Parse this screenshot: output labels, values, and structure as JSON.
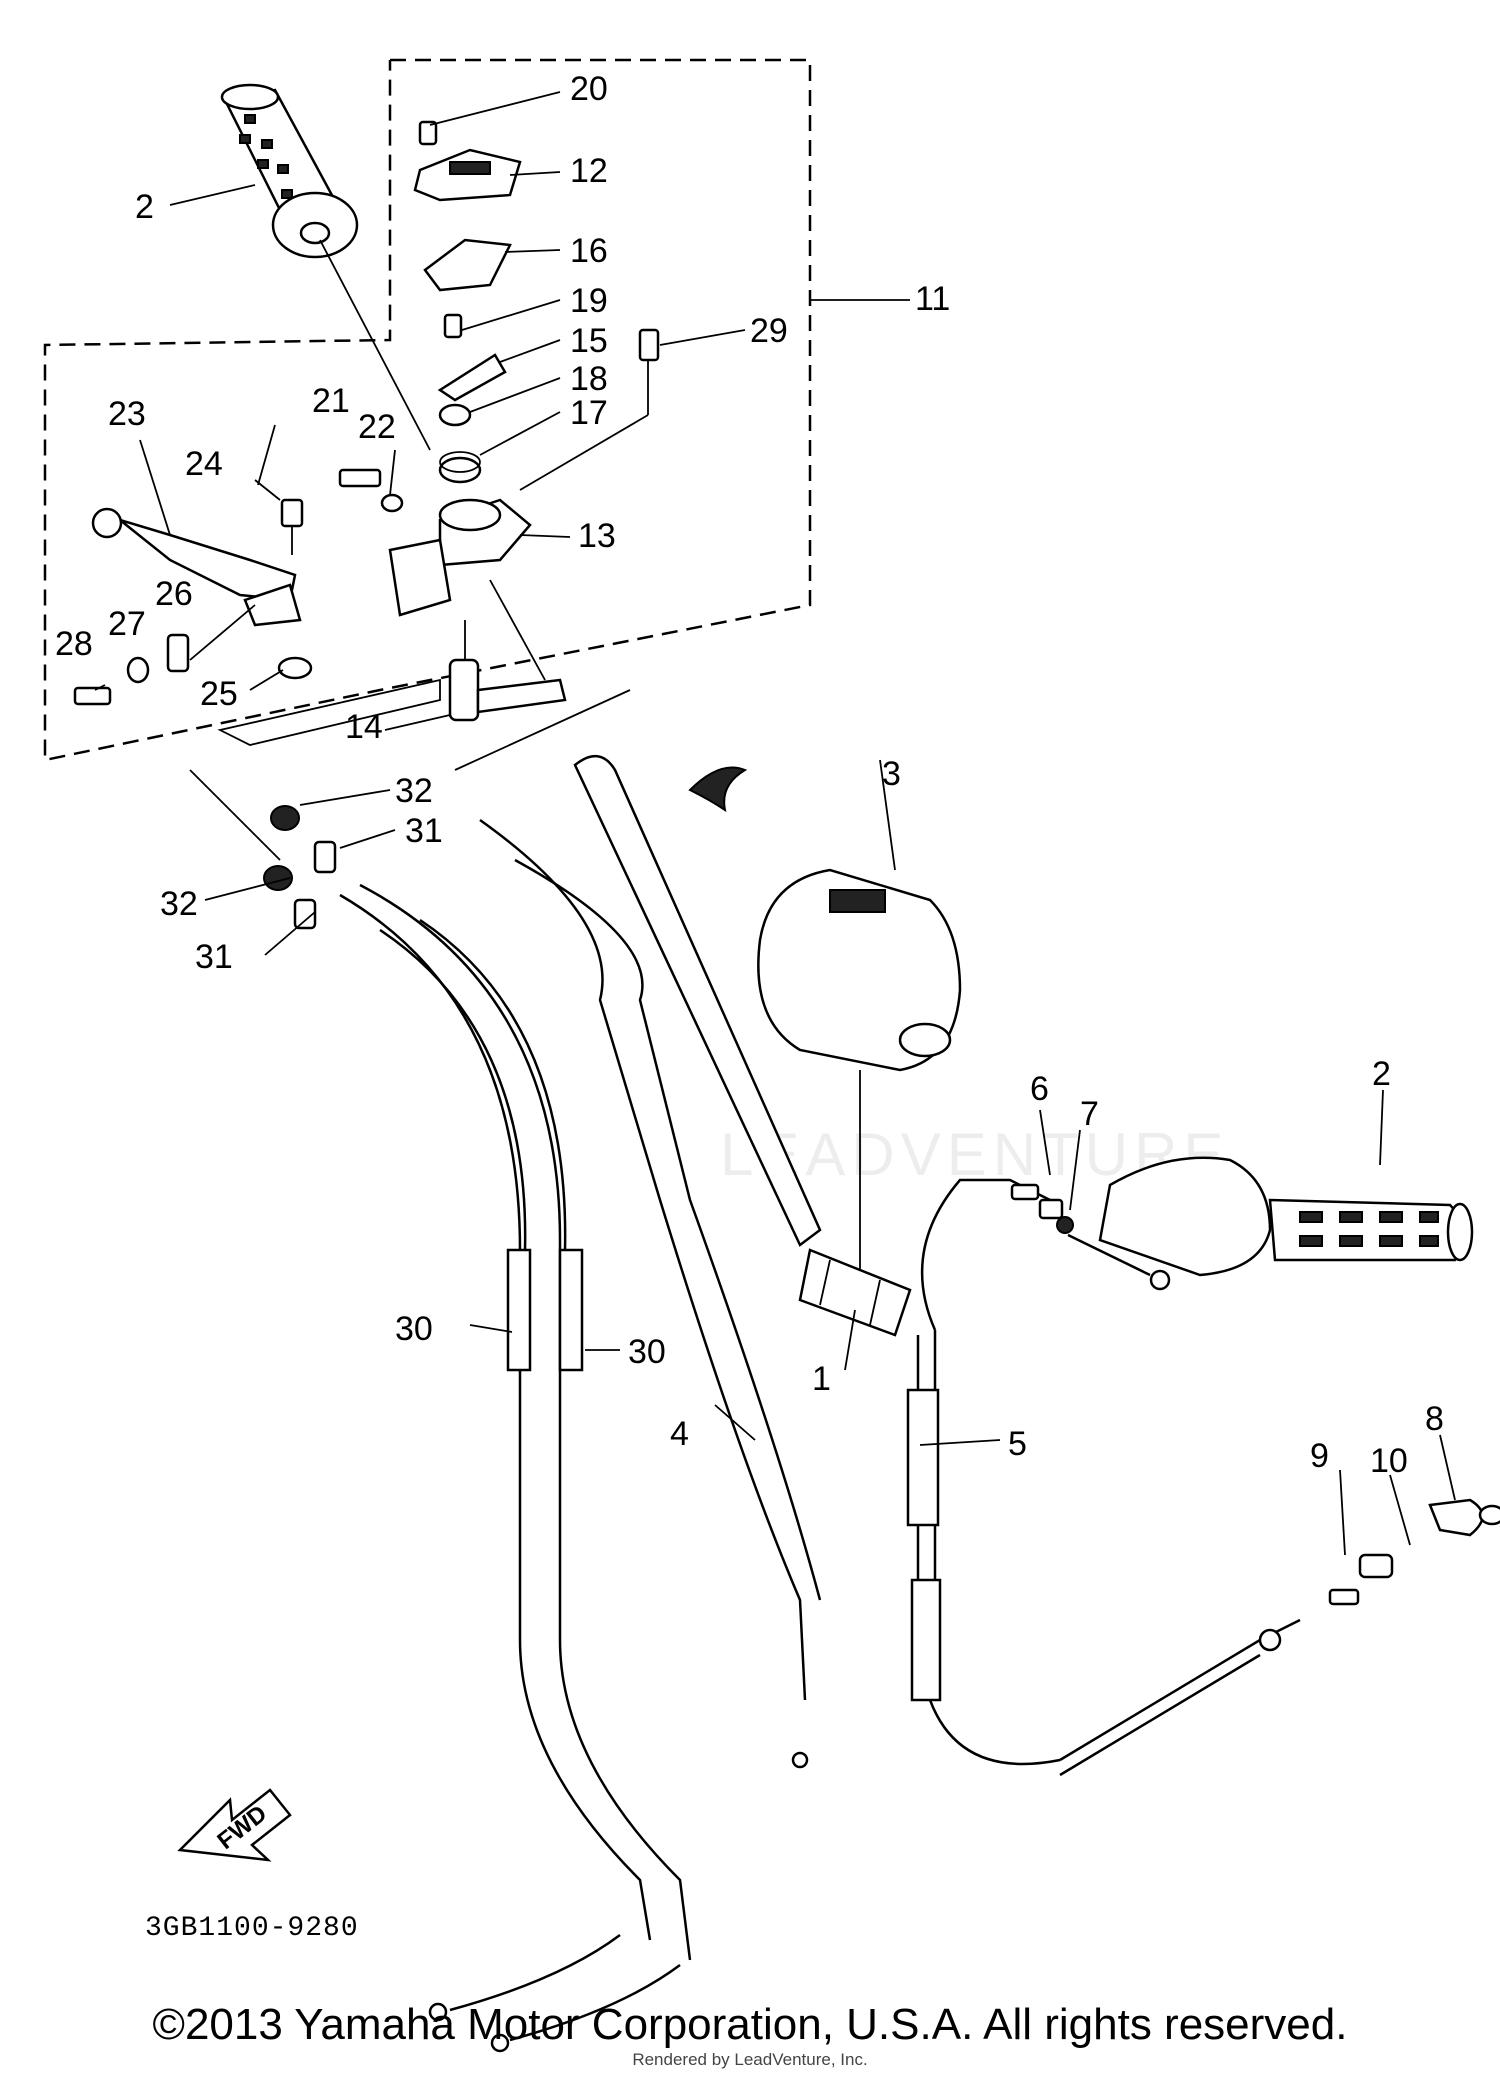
{
  "diagram": {
    "part_numbers": [
      "1",
      "2",
      "2",
      "3",
      "4",
      "5",
      "6",
      "7",
      "8",
      "9",
      "10",
      "11",
      "12",
      "13",
      "14",
      "15",
      "16",
      "17",
      "18",
      "19",
      "20",
      "21",
      "22",
      "23",
      "24",
      "25",
      "26",
      "27",
      "28",
      "29",
      "30",
      "30",
      "31",
      "31",
      "32",
      "32"
    ],
    "drawing_code": "3GB1100-9280",
    "direction_label": "FWD"
  },
  "footer": {
    "copyright": "©2013 Yamaha Motor Corporation, U.S.A. All rights reserved.",
    "rendered_by": "Rendered by LeadVenture, Inc."
  },
  "watermark": "LEADVENTURE"
}
